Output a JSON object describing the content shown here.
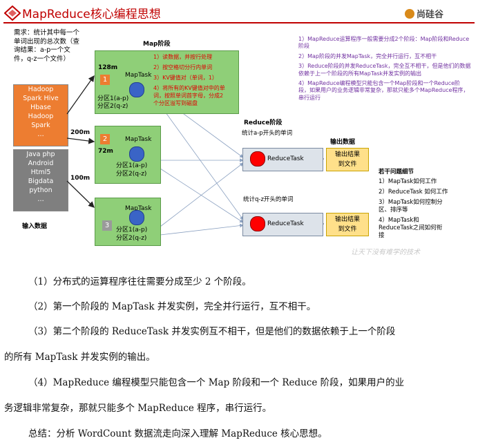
{
  "slide": {
    "title": "MapReduce核心编程思想",
    "logo": "尚硅谷",
    "requirement": "需求：统计其中每一个单词出现的总次数（查询结果：a-p一个文件，q-z一个文件）",
    "input_block1": [
      "Hadoop",
      "Spark Hive",
      "Hbase",
      "Hadoop",
      "Spark",
      "…"
    ],
    "input_block2": [
      "Java php",
      "Android",
      "Html5",
      "Bigdata",
      "python",
      "…"
    ],
    "input_label": "输入数据",
    "sizes": {
      "s200": "200m",
      "s100": "100m",
      "s128": "128m",
      "s72": "72m"
    },
    "map_stage_label": "Map阶段",
    "maptask_label": "MapTask",
    "partition1": "分区1(a-p)",
    "partition2": "分区2(q-z)",
    "split_numbers": [
      "1",
      "2",
      "3"
    ],
    "map_notes": [
      "1）读数据，并按行处理",
      "2）按空格切分行内单词",
      "3）KV键值对（单词，1）",
      "4）将所有的KV键值对中的单",
      "词，按照单词首字母，分成2",
      "个分区溢写到磁盘"
    ],
    "reduce_stage_label": "Reduce阶段",
    "reduce_label1": "统计a-p开头的单词",
    "reduce_label2": "统计q-z开头的单词",
    "reducetask_label": "ReduceTask",
    "output_label": "输出数据",
    "output_box": "输出结果到文件",
    "right_notes": [
      "1）MapReduce运算程序一般需要分成2个阶段：Map阶段和Reduce阶段",
      "2）Map阶段的并发MapTask，完全并行运行，互不相干",
      "3）Reduce阶段的并发ReduceTask，完全互不相干，但是他们的数据依赖于上一个阶段的所有MapTask并发实例的输出",
      "4）MapReduce编程模型只能包含一个Map阶段和一个Reduce阶段，如果用户的业务逻辑非常复杂，那就只能多个MapReduce程序，串行运行"
    ],
    "details_title": "若干问题细节",
    "details": [
      "1）MapTask如何工作",
      "2）ReduceTask 如何工作",
      "3）MapTask如何控制分区、排序等",
      "4）MapTask和ReduceTask之间如何衔接"
    ],
    "watermark": "让天下没有难学的技术"
  },
  "paragraphs": [
    "（1）分布式的运算程序往往需要分成至少 2 个阶段。",
    "（2）第一个阶段的 MapTask 并发实例，完全并行运行，互不相干。",
    "（3）第二个阶段的 ReduceTask 并发实例互不相干，但是他们的数据依赖于上一个阶段",
    "的所有 MapTask 并发实例的输出。",
    "（4）MapReduce 编程模型只能包含一个 Map 阶段和一个 Reduce 阶段，如果用户的业",
    "务逻辑非常复杂，那就只能多个 MapReduce 程序，串行运行。",
    "总结：分析 WordCount 数据流走向深入理解 MapReduce 核心思想。"
  ],
  "colors": {
    "title": "#c00000",
    "input_orange": "#ed7d31",
    "input_gray": "#7f7f7f",
    "map_green": "#8fcf78",
    "note_red": "#e00000",
    "note_purple": "#7030a0"
  }
}
